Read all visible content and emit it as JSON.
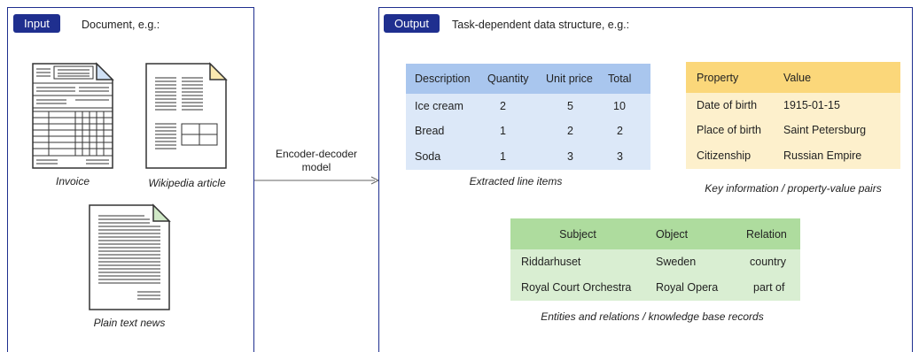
{
  "input_panel": {
    "tag": "Input",
    "subtitle": "Document, e.g.:",
    "documents": [
      {
        "caption": "Invoice",
        "icon": "invoice-document-icon"
      },
      {
        "caption": "Wikipedia article",
        "icon": "article-document-icon"
      },
      {
        "caption": "Plain text news",
        "icon": "text-document-icon"
      }
    ]
  },
  "arrow": {
    "label_line1": "Encoder-decoder",
    "label_line2": "model"
  },
  "output_panel": {
    "tag": "Output",
    "subtitle": "Task-dependent data structure, e.g.:"
  },
  "line_items": {
    "caption": "Extracted line items",
    "header_color": "#a9c6ee",
    "body_color": "#dce8f8",
    "headers": [
      "Description",
      "Quantity",
      "Unit price",
      "Total"
    ],
    "rows": [
      [
        "Ice cream",
        "2",
        "5",
        "10"
      ],
      [
        "Bread",
        "1",
        "2",
        "2"
      ],
      [
        "Soda",
        "1",
        "3",
        "3"
      ]
    ]
  },
  "key_info": {
    "caption": "Key information / property-value pairs",
    "header_color": "#fbd77a",
    "body_color": "#fdf0cc",
    "headers": [
      "Property",
      "Value"
    ],
    "rows": [
      [
        "Date of birth",
        "1915-01-15"
      ],
      [
        "Place of birth",
        "Saint Petersburg"
      ],
      [
        "Citizenship",
        "Russian Empire"
      ]
    ]
  },
  "relations": {
    "caption": "Entities and relations / knowledge base records",
    "header_color": "#aedc9e",
    "body_color": "#d9eed2",
    "headers": [
      "Subject",
      "Object",
      "Relation"
    ],
    "rows": [
      [
        "Riddarhuset",
        "Sweden",
        "country"
      ],
      [
        "Royal Court Orchestra",
        "Royal Opera",
        "part of"
      ]
    ]
  }
}
